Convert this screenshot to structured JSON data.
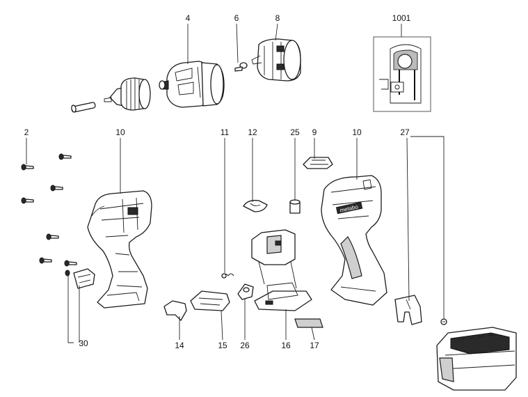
{
  "callouts": {
    "c4": "4",
    "c6": "6",
    "c8": "8",
    "c1001": "1001",
    "c2": "2",
    "c10a": "10",
    "c11": "11",
    "c12": "12",
    "c25": "25",
    "c9": "9",
    "c10b": "10",
    "c27": "27",
    "c30": "30",
    "c14": "14",
    "c15": "15",
    "c26": "26",
    "c16": "16",
    "c17": "17"
  },
  "brand_mark": "metabo"
}
